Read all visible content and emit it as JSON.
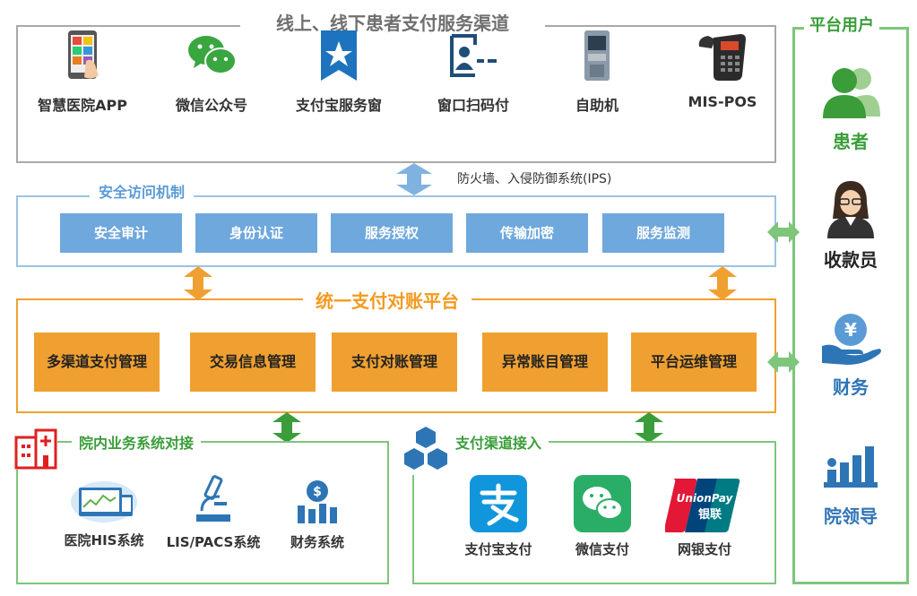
{
  "channels": {
    "title": "线上、线下患者支付服务渠道",
    "items": [
      {
        "label": "智慧医院APP",
        "icon": "smartphone-app-icon"
      },
      {
        "label": "微信公众号",
        "icon": "wechat-icon"
      },
      {
        "label": "支付宝服务窗",
        "icon": "alipay-star-icon"
      },
      {
        "label": "窗口扫码付",
        "icon": "window-scan-pay-icon"
      },
      {
        "label": "自助机",
        "icon": "kiosk-icon"
      },
      {
        "label": "MIS-POS",
        "icon": "pos-terminal-icon"
      }
    ]
  },
  "firewall_text": "防火墙、入侵防御系统(IPS)",
  "security": {
    "title": "安全访问机制",
    "items": [
      "安全审计",
      "身份认证",
      "服务授权",
      "传输加密",
      "服务监测"
    ]
  },
  "platform": {
    "title": "统一支付对账平台",
    "items": [
      "多渠道支付管理",
      "交易信息管理",
      "支付对账管理",
      "异常账目管理",
      "平台运维管理"
    ]
  },
  "hospital": {
    "title": "院内业务系统对接",
    "items": [
      {
        "label": "医院HIS系统",
        "icon": "his-system-icon"
      },
      {
        "label": "LIS/PACS系统",
        "icon": "microscope-icon"
      },
      {
        "label": "财务系统",
        "icon": "finance-chart-icon"
      }
    ]
  },
  "pay_channels": {
    "title": "支付渠道接入",
    "items": [
      {
        "label": "支付宝支付",
        "icon": "alipay-icon"
      },
      {
        "label": "微信支付",
        "icon": "wechat-pay-icon"
      },
      {
        "label": "网银支付",
        "icon": "unionpay-icon"
      }
    ]
  },
  "unionpay_logo": {
    "top": "UnionPay",
    "bottom": "银联"
  },
  "users": {
    "title": "平台用户",
    "items": [
      {
        "label": "患者",
        "icon": "patient-icon",
        "color": "#3a9d3a"
      },
      {
        "label": "收款员",
        "icon": "cashier-icon",
        "color": "#222222"
      },
      {
        "label": "财务",
        "icon": "finance-hand-icon",
        "color": "#2e75b6"
      },
      {
        "label": "院领导",
        "icon": "leader-bar-icon",
        "color": "#2e75b6"
      }
    ]
  },
  "colors": {
    "blue": "#5b9bd5",
    "orange": "#f0a030",
    "green": "#3a9d3a",
    "gray": "#a9a9a9"
  }
}
